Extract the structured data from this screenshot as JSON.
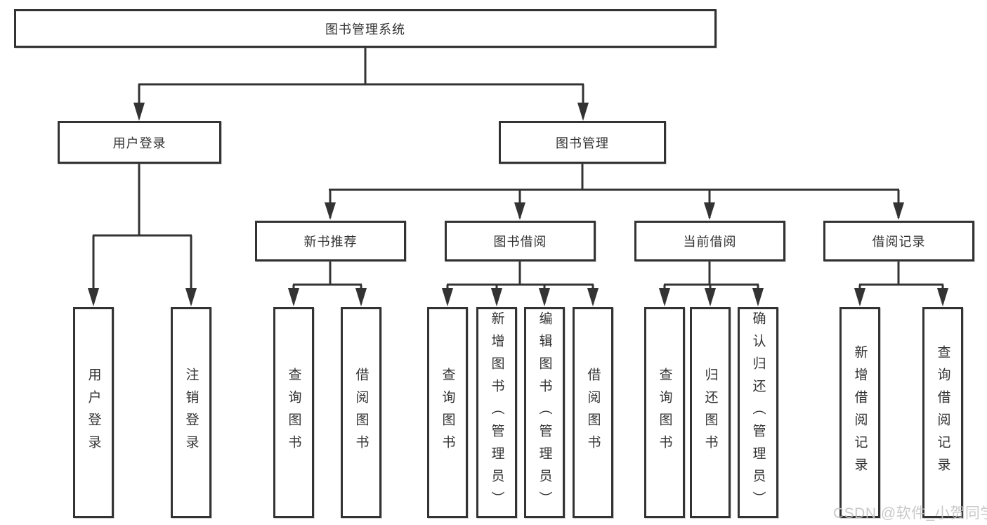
{
  "diagram": {
    "type": "hierarchy-tree",
    "tree": {
      "root": {
        "label": "图书管理系统",
        "children": [
          {
            "label": "用户登录",
            "children": [
              {
                "label": "用户登录"
              },
              {
                "label": "注销登录"
              }
            ]
          },
          {
            "label": "图书管理",
            "children": [
              {
                "label": "新书推荐",
                "children": [
                  {
                    "label": "查询图书"
                  },
                  {
                    "label": "借阅图书"
                  }
                ]
              },
              {
                "label": "图书借阅",
                "children": [
                  {
                    "label": "查询图书"
                  },
                  {
                    "label": "新增图书（管理员）"
                  },
                  {
                    "label": "编辑图书（管理员）"
                  },
                  {
                    "label": "借阅图书"
                  }
                ]
              },
              {
                "label": "当前借阅",
                "children": [
                  {
                    "label": "查询图书"
                  },
                  {
                    "label": "归还图书"
                  },
                  {
                    "label": "确认归还（管理员）"
                  }
                ]
              },
              {
                "label": "借阅记录",
                "children": [
                  {
                    "label": "新增借阅记录"
                  },
                  {
                    "label": "查询借阅记录"
                  }
                ]
              }
            ]
          }
        ]
      }
    },
    "colors": {
      "line": "#333333",
      "text": "#333333",
      "background": "#ffffff",
      "watermark": "#c3c3c3"
    }
  },
  "watermark": {
    "text": "CSDN @软件_小贺同学"
  }
}
